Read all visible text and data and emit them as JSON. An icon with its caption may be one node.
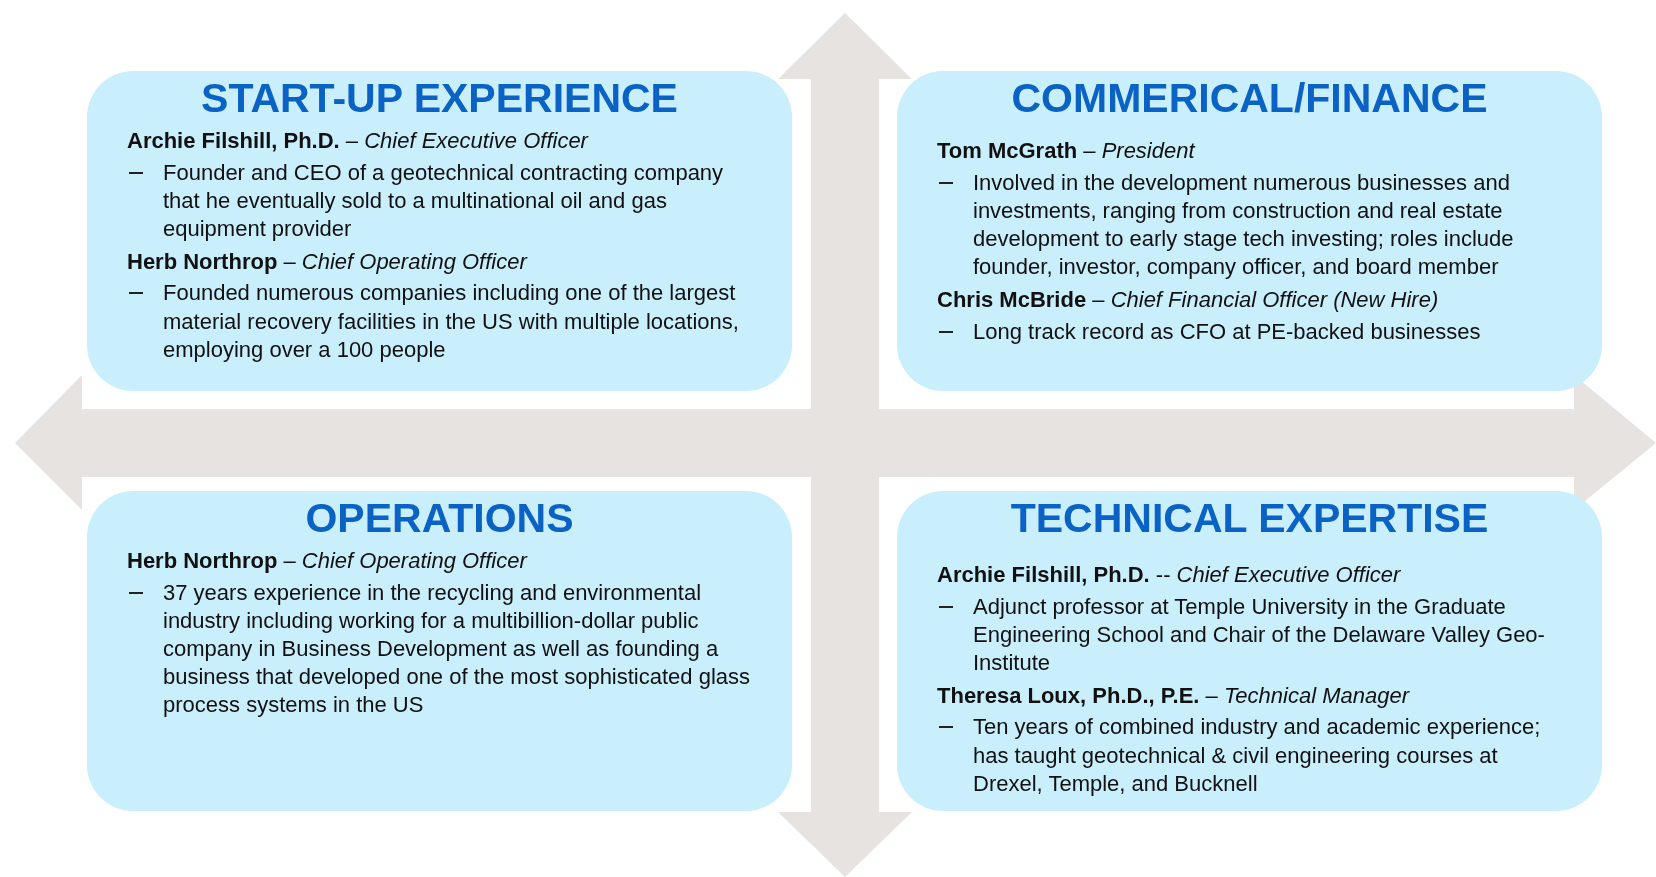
{
  "diagram": {
    "nodes": [
      {
        "text": [
          "START-UP EXPERIENCE",
          "**Archie Filshill, Ph.D.** – *Chief Executive Officer*",
          "Founder and CEO of a geotechnical contracting company that he eventually sold to a multinational oil and gas equipment provider",
          "**Herb Northrop** – *Chief Operating Officer*",
          "Founded numerous companies including one of the largest material recovery facilities in the US with multiple locations, employing over a 100 people"
        ]
      },
      {
        "text": [
          "COMMERICAL/FINANCE",
          "**Tom McGrath** – *President*",
          "Involved in the development numerous businesses and investments, ranging from construction and real estate development to early stage tech investing; roles include founder, investor, company officer, and board member",
          "**Chris McBride** – *Chief Financial Officer (New Hire)*",
          "Long track record as CFO at PE-backed businesses"
        ]
      },
      {
        "text": [
          "OPERATIONS",
          "**Herb Northrop** – *Chief Operating Officer*",
          "37 years experience in the recycling and environmental industry including working for a multibillion-dollar public company in Business Development as well as founding a business that developed one of the most sophisticated glass process systems in the US"
        ]
      },
      {
        "text": [
          "TECHNICAL EXPERTISE",
          "**Archie Filshill, Ph.D.** -- *Chief Executive Officer*",
          "Adjunct professor at Temple University in the Graduate Engineering School and Chair of the Delaware Valley Geo-Institute",
          "**Theresa Loux, Ph.D., P.E.** – *Technical Manager*",
          "Ten years of combined industry and academic experience; has taught geotechnical & civil engineering courses at Drexel, Temple, and Bucknell"
        ]
      }
    ],
    "edges": []
  }
}
